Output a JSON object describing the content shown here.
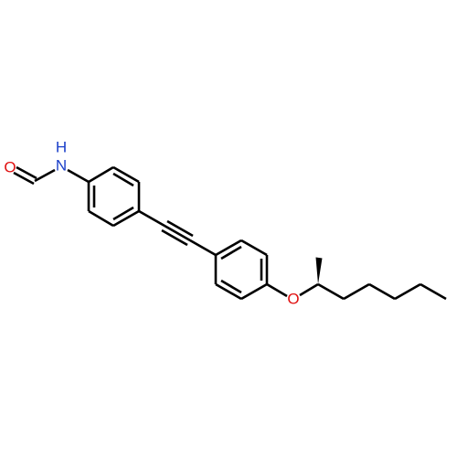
{
  "structure": {
    "atoms": {
      "n_label": "N",
      "h_label": "H",
      "o_formyl_label": "O",
      "o_ether_label": "O"
    },
    "colors": {
      "bond": "#000000",
      "nitrogen": "#1a3fc9",
      "oxygen": "#e01010"
    }
  }
}
